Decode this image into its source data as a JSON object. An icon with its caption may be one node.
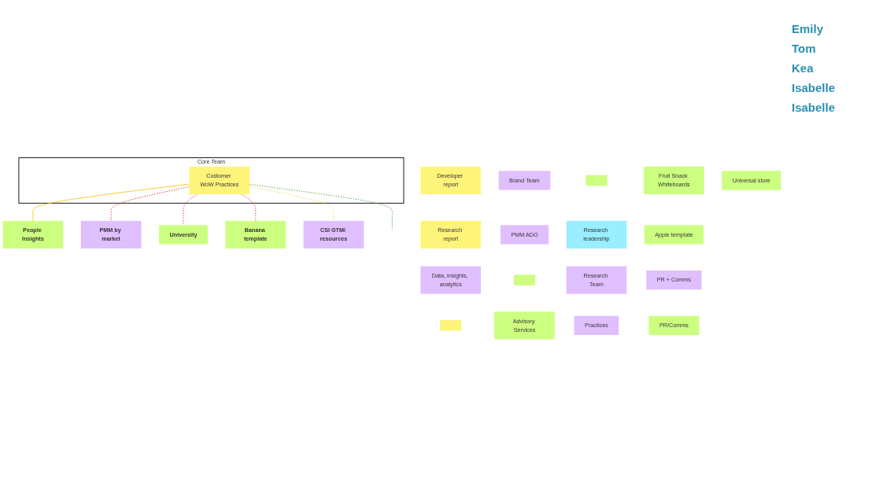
{
  "diagram": {
    "nodes": [
      {
        "text": [
          "Core Team"
        ]
      },
      {
        "text": [
          "Customer WoW Practices"
        ],
        "in": 0
      },
      {
        "text": [
          "People Insights"
        ]
      },
      {
        "text": [
          "Developer report"
        ]
      },
      {
        "text": [
          "Research report"
        ]
      },
      {
        "text": [
          "Data, insights, analytics"
        ]
      },
      {
        "text": [],
        "shape": "box"
      },
      {
        "text": [
          "University"
        ]
      },
      {
        "text": [
          "Brand Team"
        ]
      },
      {
        "text": [
          "PMM by market"
        ]
      },
      {
        "text": [
          "PMM ADO"
        ]
      },
      {
        "text": [],
        "shape": "box"
      },
      {
        "text": [
          "Advisory Services"
        ]
      },
      {
        "text": [],
        "shape": "box"
      },
      {
        "text": [
          "Research leadership"
        ]
      },
      {
        "text": [
          "Research Team"
        ]
      },
      {
        "text": [
          "Practices"
        ]
      },
      {
        "text": [
          "Fruit Snack Whiteboards"
        ]
      },
      {
        "text": [
          "Banana template"
        ]
      },
      {
        "text": [
          "Apple template"
        ]
      },
      {
        "text": [
          "PR + Comms"
        ]
      },
      {
        "text": [
          "PR/Comms"
        ]
      },
      {
        "text": [
          "Universal store"
        ]
      },
      {
        "text": [
          "CSI GTM/ resources"
        ]
      }
    ],
    "edges": [
      {
        "from": 1,
        "to": 2,
        "arrow": "none",
        "color": "#f5c518"
      },
      {
        "from": 1,
        "to": 9,
        "arrow": "none",
        "style": "dashed",
        "color": "#e81c1c"
      },
      {
        "from": 1,
        "to": 7,
        "arrow": "none",
        "style": "dashed",
        "color": "#e81c1c"
      },
      {
        "from": 1,
        "to": 18,
        "arrow": "none",
        "style": "dashed",
        "color": "#e81c1c"
      },
      {
        "from": 1,
        "to": 23,
        "arrow": "none",
        "style": "dashed",
        "color": "#f5d33b"
      },
      {
        "from": 1,
        "to": null,
        "arrow": "none",
        "style": "dashed",
        "color": "#2e9e2e"
      }
    ],
    "labels": [
      "Emily",
      "Tom",
      "Kea",
      "Isabelle",
      "Isabelle"
    ]
  }
}
